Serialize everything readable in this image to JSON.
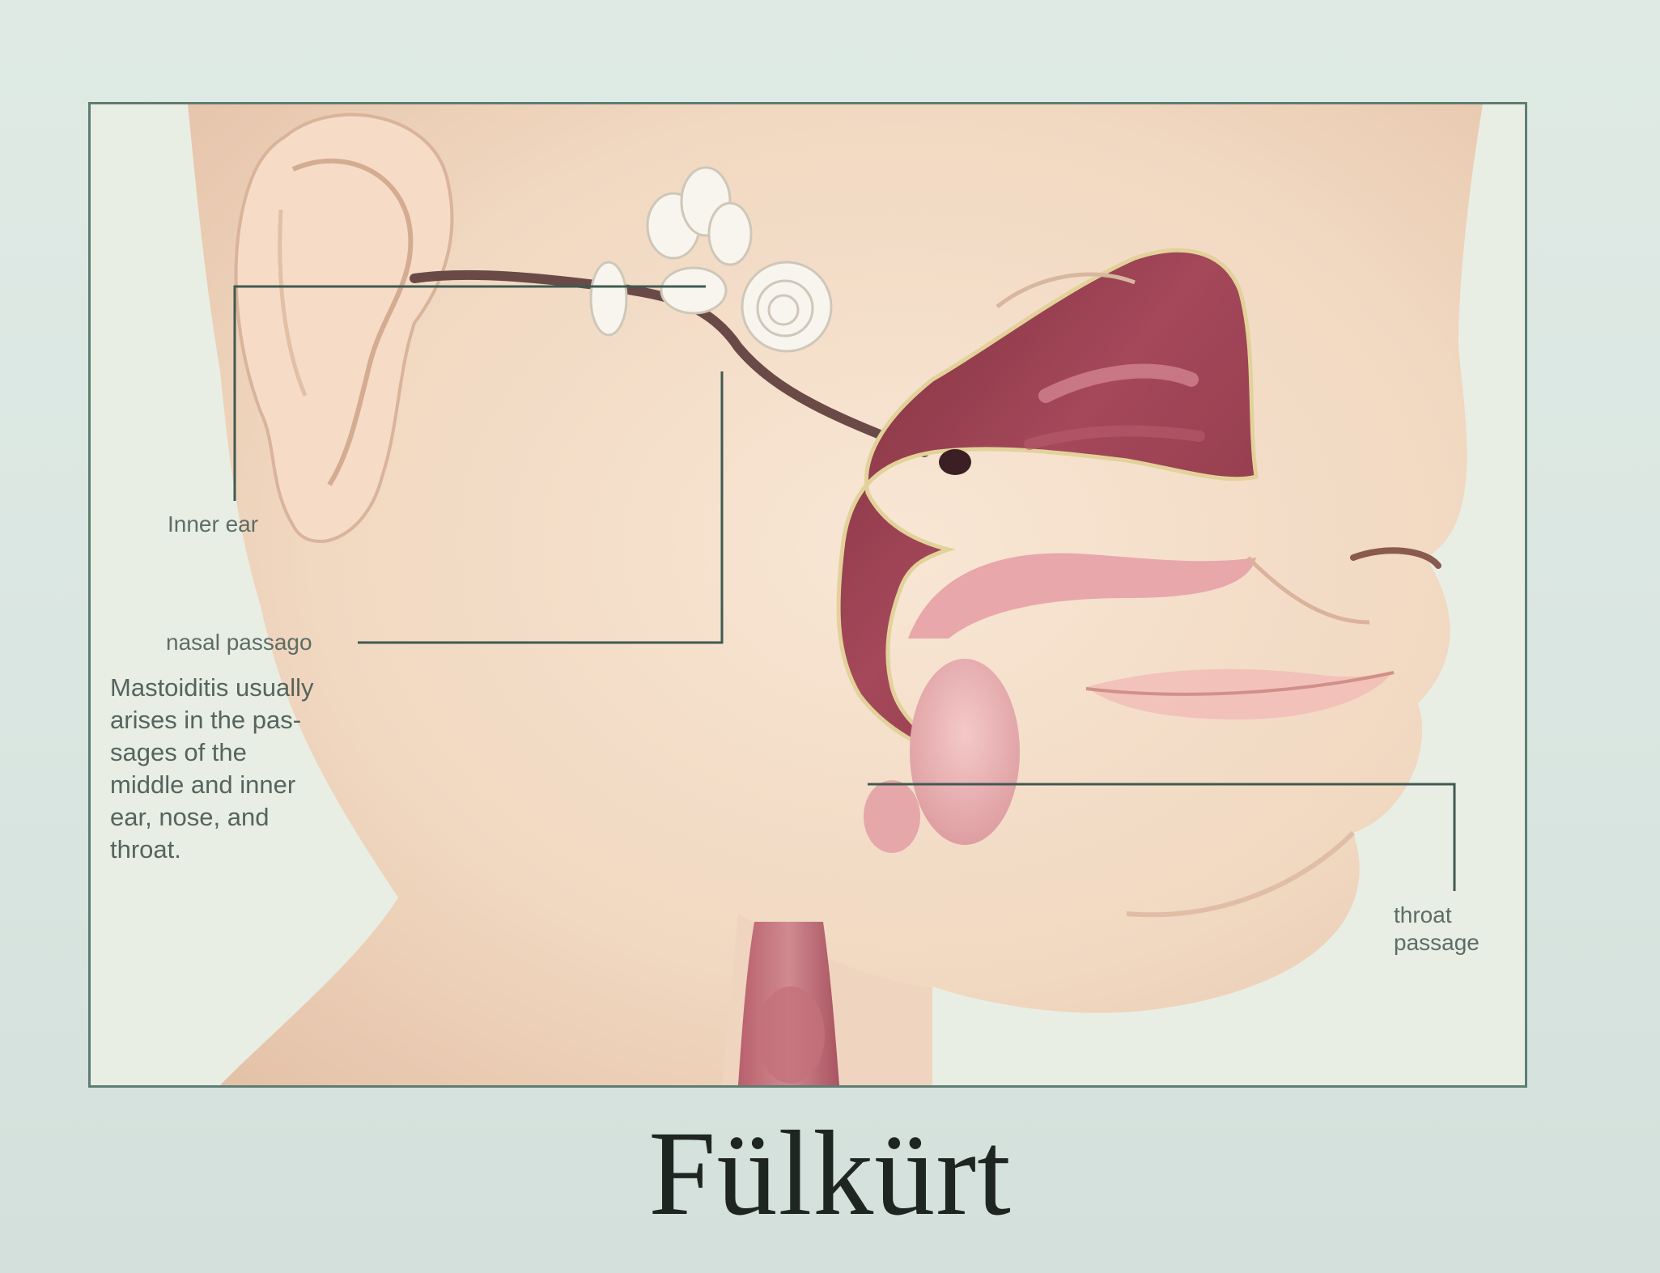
{
  "labels": {
    "inner_ear": "Inner ear",
    "nasal_passage": "nasal passago",
    "throat_passage": "throat\npassage"
  },
  "caption": "Mastoiditis usually\narises in the pas-\nsages of the\nmiddle and inner\near, nose, and\nthroat.",
  "title": "Fülkürt",
  "colors": {
    "background": "#dae6e1",
    "frame": "#5f7d72",
    "skin": "#f2d9c3",
    "cavity": "#9b3d4c",
    "leader_line": "#3f5a51",
    "title_text": "#1f2622"
  },
  "icons": {
    "illustration": "head-cross-section-illustration"
  }
}
